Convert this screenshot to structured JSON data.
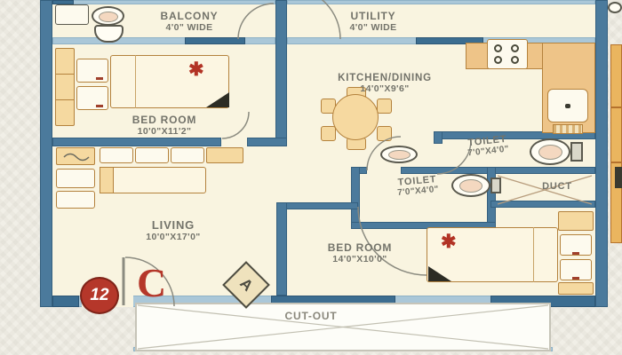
{
  "plan": {
    "rooms": {
      "balcony": {
        "label": "BALCONY",
        "dimension": "4'0\" WIDE"
      },
      "utility": {
        "label": "UTILITY",
        "dimension": "4'0\" WIDE"
      },
      "kitchen_dining": {
        "label": "KITCHEN/DINING",
        "dimension": "14'0\"X9'6\""
      },
      "bedroom_1": {
        "label": "BED ROOM",
        "dimension": "10'0\"X11'2\""
      },
      "toilet_1": {
        "label": "TOILET",
        "dimension": "7'0\"X4'0\""
      },
      "toilet_2": {
        "label": "TOILET",
        "dimension": "7'0\"X4'0\""
      },
      "duct": {
        "label": "DUCT"
      },
      "living": {
        "label": "LIVING",
        "dimension": "10'0\"X17'0\""
      },
      "bedroom_2": {
        "label": "BED ROOM",
        "dimension": "14'0\"X10'0\""
      },
      "cut_out": {
        "label": "CUT-OUT"
      }
    },
    "markers": {
      "flat_number": "12",
      "block_letter": "C",
      "corner_marker": "A",
      "attached_bath_symbol": "✱"
    },
    "colors": {
      "wall": "#4b7a9c",
      "railing": "#aac7d8",
      "floor": "#f9f4e0",
      "furniture": "#f5d9a0",
      "counter": "#eec488",
      "accent_red": "#b5372a",
      "label_text": "#73736a"
    }
  }
}
